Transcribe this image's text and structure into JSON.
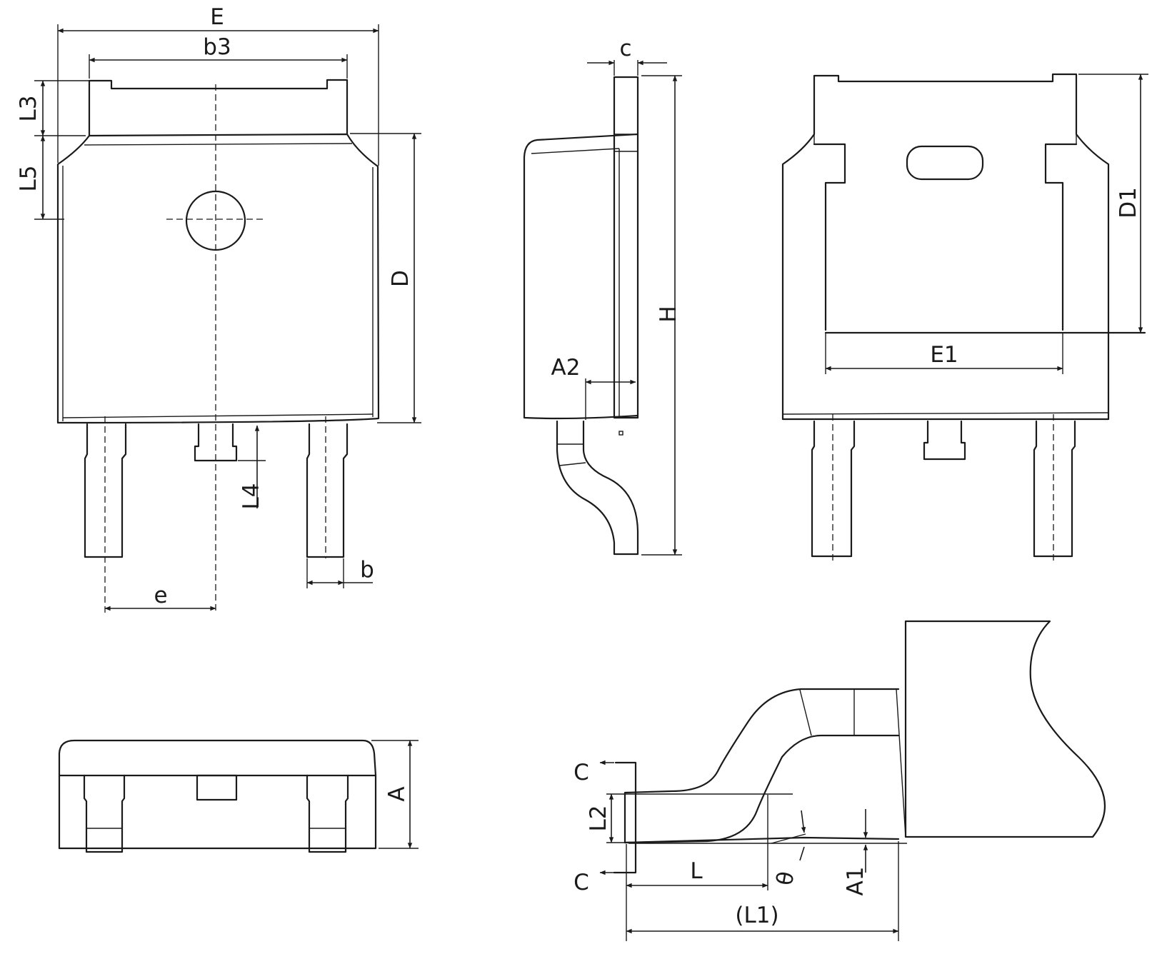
{
  "labels": {
    "E": "E",
    "b3": "b3",
    "L3": "L3",
    "L5": "L5",
    "D": "D",
    "L4": "L4",
    "e": "e",
    "b": "b",
    "c": "c",
    "A2": "A2",
    "H": "H",
    "D1": "D1",
    "E1": "E1",
    "A": "A",
    "C_top": "C",
    "C_bottom": "C",
    "L2": "L2",
    "L": "L",
    "theta": "θ",
    "A1": "A1",
    "L1": "(L1)"
  }
}
